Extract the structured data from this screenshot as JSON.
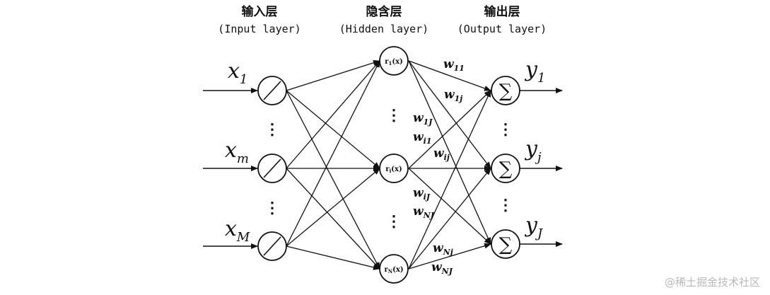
{
  "headers": {
    "input": {
      "cn": "输入层",
      "en": "(Input layer)"
    },
    "hidden": {
      "cn": "隐含层",
      "en": "(Hidden layer)"
    },
    "output": {
      "cn": "输出层",
      "en": "(Output layer)"
    }
  },
  "inputs": [
    {
      "base": "x",
      "sub": "1"
    },
    {
      "base": "x",
      "sub": "m"
    },
    {
      "base": "x",
      "sub": "M"
    }
  ],
  "hidden_nodes": [
    {
      "base": "r",
      "sub": "1",
      "arg": "(x)"
    },
    {
      "base": "r",
      "sub": "i",
      "arg": "(x)"
    },
    {
      "base": "r",
      "sub": "N",
      "arg": "(x)"
    }
  ],
  "outputs": [
    {
      "base": "y",
      "sub": "1",
      "symbol": "∑"
    },
    {
      "base": "y",
      "sub": "j",
      "symbol": "∑"
    },
    {
      "base": "y",
      "sub": "J",
      "symbol": "∑"
    }
  ],
  "weights": [
    {
      "base": "w",
      "sub": "11"
    },
    {
      "base": "w",
      "sub": "1j"
    },
    {
      "base": "w",
      "sub": "1J"
    },
    {
      "base": "w",
      "sub": "i1"
    },
    {
      "base": "w",
      "sub": "ij"
    },
    {
      "base": "w",
      "sub": "iJ"
    },
    {
      "base": "w",
      "sub": "NJ"
    },
    {
      "base": "w",
      "sub": "Nj"
    },
    {
      "base": "w",
      "sub": "NJ"
    }
  ],
  "ellipsis": "⋮",
  "watermark": "@稀土掘金技术社区"
}
